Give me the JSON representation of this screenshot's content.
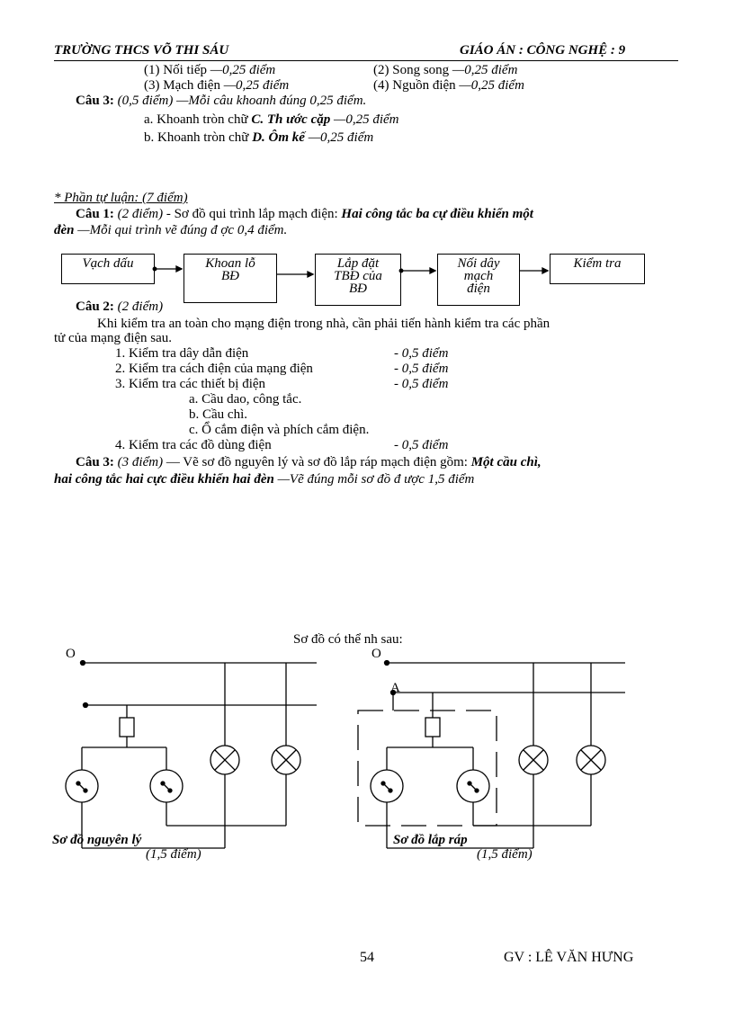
{
  "header": {
    "school": "TRƯỜNG THCS VÕ THI SÁU",
    "subject": "GIÁO ÁN : CÔNG NGHỆ : 9"
  },
  "part1": {
    "items": [
      {
        "label": "(1) Nối tiếp ",
        "score": "—0,25 điểm"
      },
      {
        "label": "(2) Song song ",
        "score": "—0,25 điểm"
      },
      {
        "label": "(3) Mạch điện ",
        "score": "—0,25 điểm"
      },
      {
        "label": "(4) Nguồn điện ",
        "score": "—0,25 điểm"
      }
    ],
    "cau3": {
      "label": "Câu 3:",
      "note": " (0,5 điểm) —Mỗi câu khoanh đúng 0,25 điểm."
    },
    "a": {
      "pre": "a. Khoanh tròn chữ ",
      "ans": "C. Th  ước",
      "ans2": " cặp",
      "score": " —0,25 điểm"
    },
    "b": {
      "pre": "b. Khoanh tròn chữ ",
      "ans": "D. Ôm kế",
      "score": " —0,25 điểm"
    }
  },
  "part2": {
    "title": "* Phần tự luận: (7 điểm)",
    "cau1": {
      "label": "Câu 1:",
      "score": " (2 điểm)",
      "text": " -  Sơ đồ qui trình lắp mạch điện: ",
      "bold1": "Hai công tắc ba cự điều khiển một",
      "bold2": "đèn",
      "note": " —Mỗi qui trình vẽ đúng đ  ợc 0,4 điểm."
    },
    "flow": [
      {
        "l1": "Vạch dấu",
        "l2": "",
        "l3": ""
      },
      {
        "l1": "Khoan lỗ",
        "l2": "BĐ",
        "l3": ""
      },
      {
        "l1": "Lắp đặt",
        "l2": "TBĐ của",
        "l3": "BĐ"
      },
      {
        "l1": "Nối dây",
        "l2": "mạch",
        "l3": "điện"
      },
      {
        "l1": "Kiểm tra",
        "l2": "",
        "l3": ""
      }
    ],
    "cau2": {
      "label": "Câu 2:",
      "score": " (2 điểm)"
    },
    "p1": "Khi kiểm tra an toàn cho mạng điện trong nhà, cần phải tiến hành kiểm tra các phần",
    "p2": "tử của mạng điện sau.",
    "checks": [
      {
        "text": "1. Kiểm tra dây dẫn điện",
        "score": "- 0,5 điểm"
      },
      {
        "text": "2. Kiểm tra cách điện của mạng điện",
        "score": "- 0,5 điểm"
      },
      {
        "text": "3. Kiểm tra các thiết bị điện",
        "score": "- 0,5 điểm"
      }
    ],
    "subs": [
      "a. Cầu dao, công tắc.",
      "b. Cầu chì.",
      "c. Ổ cắm điện và phích cắm điện."
    ],
    "check4": {
      "text": "4. Kiểm tra các đồ dùng điện",
      "score": "- 0,5 điểm"
    },
    "cau3": {
      "label": "Câu 3:",
      "score": " (3 điểm)",
      "text": " — Vẽ sơ đồ nguyên lý và sơ đồ lắp ráp mạch điện gồm: ",
      "bold1": "Một cầu chì,",
      "bold2": "hai công tắc hai cực điều khiển hai đèn",
      "note": " —Vẽ đúng mỗi sơ đồ đ  ược 1,5 điểm"
    }
  },
  "diagrams": {
    "caption": "Sơ đồ có thể nh   sau:",
    "label_o": "O",
    "label_a": "A",
    "left_title": "Sơ đồ nguyên lý",
    "left_score": "(1,5 điểm)",
    "right_title": "Sơ đồ lắp ráp",
    "right_score": "(1,5 điểm)"
  },
  "footer": {
    "page": "54",
    "teacher": "GV : LÊ VĂN HƯNG"
  }
}
